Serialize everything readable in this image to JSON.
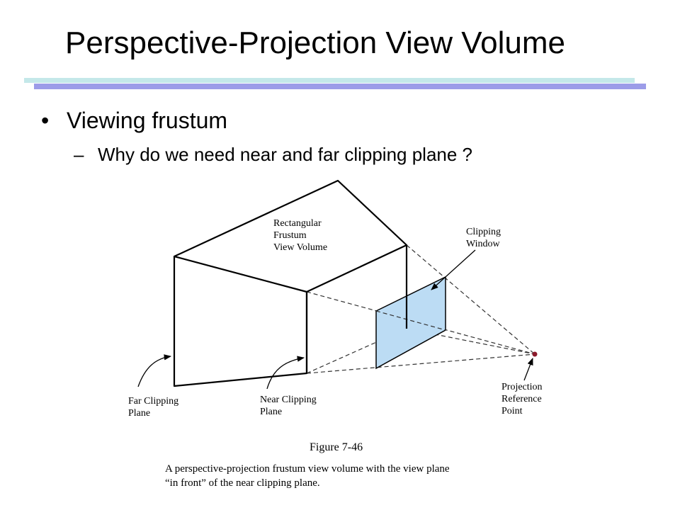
{
  "slide": {
    "title": "Perspective-Projection View Volume",
    "bullets": {
      "level1_marker": "•",
      "level1_text": "Viewing frustum",
      "level2_marker": "–",
      "level2_text": "Why do we need near and far clipping plane ?"
    },
    "colors": {
      "rule_light": "#c4e8e9",
      "rule_dark": "#9c9ce8",
      "clip_window_fill": "#bcdcf4",
      "reference_point": "#8b1a2b"
    }
  },
  "figure": {
    "labels": {
      "frustum_line1": "Rectangular",
      "frustum_line2": "Frustum",
      "frustum_line3": "View Volume",
      "clip_line1": "Clipping",
      "clip_line2": "Window",
      "far_line1": "Far Clipping",
      "far_line2": "Plane",
      "near_line1": "Near Clipping",
      "near_line2": "Plane",
      "prp_line1": "Projection",
      "prp_line2": "Reference",
      "prp_line3": "Point"
    },
    "number": "Figure 7-46",
    "caption_line1": "A perspective-projection frustum view volume with the view plane",
    "caption_line2": "“in front” of the near clipping plane."
  }
}
